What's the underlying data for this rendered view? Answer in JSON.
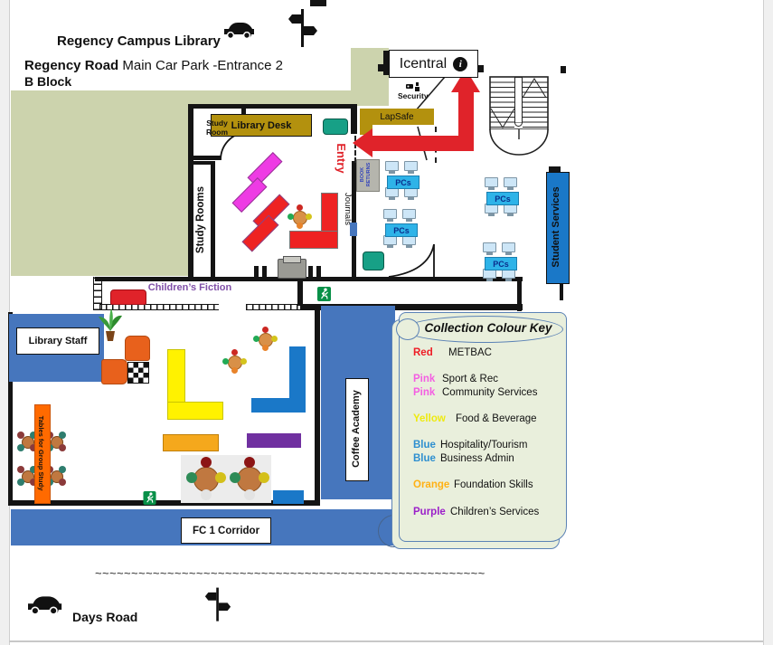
{
  "header": {
    "title": "Regency Campus Library",
    "road_name": "Regency Road",
    "road_detail": "Main Car Park -Entrance 2",
    "block": "B Block"
  },
  "map": {
    "icentral": "Icentral",
    "info_symbol": "i",
    "security": "Security",
    "lapsafe": "LapSafe",
    "study_room": "Study Room",
    "library_desk": "Library Desk",
    "study_rooms": "Study Rooms",
    "entry": "Entry",
    "journals": "Journals",
    "book_returns_line1": "BOOK",
    "book_returns_line2": "RETURNS",
    "pcs": "PCs",
    "student_services": "Student Services",
    "childrens_fiction": "Children’s Fiction",
    "library_staff": "Library Staff",
    "tables_for_group_study": "Tables for Group Study",
    "coffee_academy": "Coffee Academy",
    "fc1_corridor": "FC 1 Corridor"
  },
  "legend": {
    "title": "Collection Colour Key",
    "entries": [
      {
        "color_word": "Red",
        "hex": "#ee1c25",
        "label": "METBAC"
      },
      {
        "color_word": "Pink",
        "hex": "#f45ee2",
        "label": "Sport & Rec"
      },
      {
        "color_word": "Pink",
        "hex": "#f45ee2",
        "label": "Community Services"
      },
      {
        "color_word": "Yellow",
        "hex": "#eeea10",
        "label": "Food & Beverage"
      },
      {
        "color_word": "Blue",
        "hex": "#2e8fd0",
        "label": "Hospitality/Tourism"
      },
      {
        "color_word": "Blue",
        "hex": "#2e8fd0",
        "label": "Business Admin"
      },
      {
        "color_word": "Orange",
        "hex": "#ffb114",
        "label": "Foundation Skills"
      },
      {
        "color_word": "Purple",
        "hex": "#9b1fc9",
        "label": "Children’s Services"
      }
    ]
  },
  "footer": {
    "separator": "~~~~~~~~~~~~~~~~~~~~~~~~~~~~~~~~~~~~~~~~~~~~~~~~~~~~~~",
    "days_road": "Days Road"
  },
  "colors": {
    "area_green": "#ccd3ad",
    "desk_gold": "#b3910e",
    "arrow_red": "#e0232a",
    "zone_blue": "#4676bd",
    "bright_blue": "#1a78c8",
    "pcs_label_blue": "#2eb3e8",
    "shelf_yellow": "#fff200",
    "shelf_orange": "#f5a81c",
    "shelf_purple": "#7030a0",
    "shelf_pink": "#ee3be4",
    "teal_furniture": "#17a086",
    "legend_bg": "#e9efdc",
    "legend_border": "#5b82b5",
    "group_table_orange": "#ff6a00"
  }
}
